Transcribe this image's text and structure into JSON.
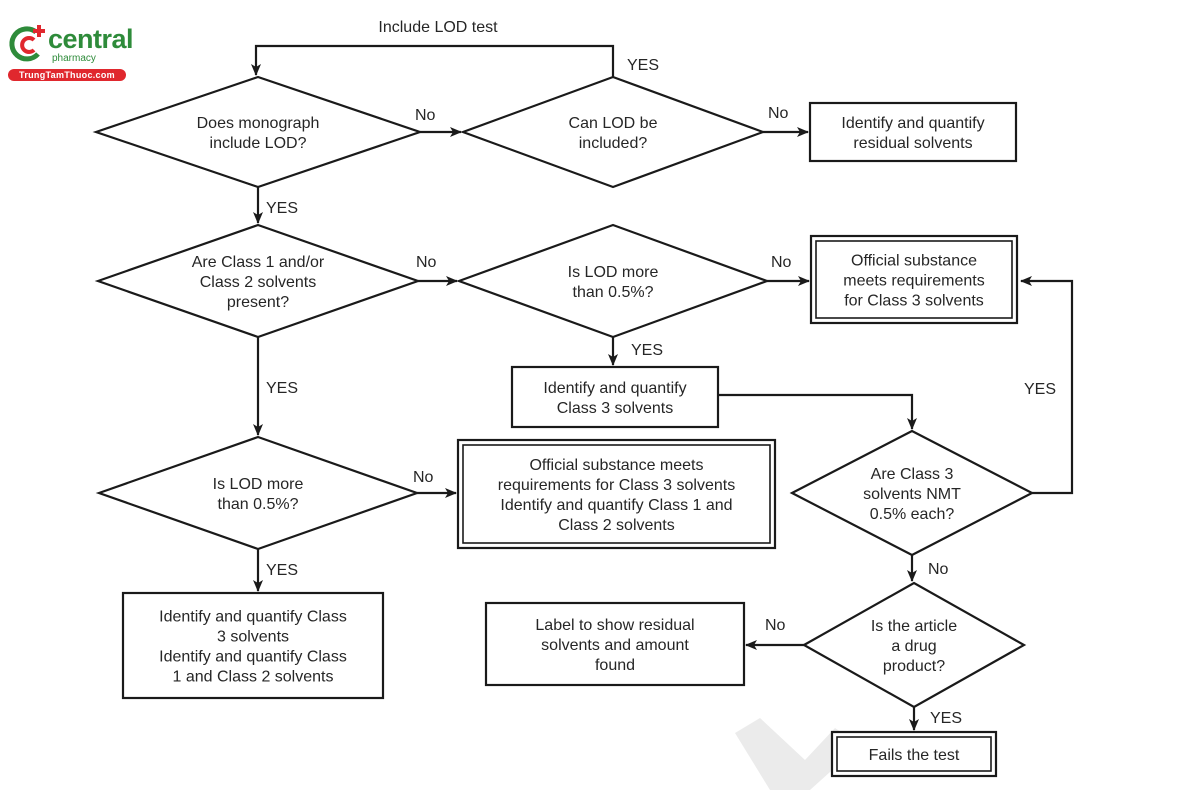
{
  "brand": {
    "name": "central",
    "subtitle": "pharmacy",
    "website": "TrungTamThuoc.com",
    "colors": {
      "green": "#2e8b3a",
      "red": "#e0282e"
    }
  },
  "diagram": {
    "loop_label": "Include LOD test",
    "nodes": {
      "q_monograph_lod": {
        "type": "decision",
        "lines": [
          "Does monograph",
          "include LOD?"
        ]
      },
      "q_can_lod": {
        "type": "decision",
        "lines": [
          "Can LOD be",
          "included?"
        ]
      },
      "p_identify_residual": {
        "type": "process",
        "lines": [
          "Identify and quantify",
          "residual solvents"
        ]
      },
      "q_class12_present": {
        "type": "decision",
        "lines": [
          "Are Class 1 and/or",
          "Class 2 solvents",
          "present?"
        ]
      },
      "q_lod_more_top": {
        "type": "decision",
        "lines": [
          "Is LOD more",
          "than 0.5%?"
        ]
      },
      "t_meets_class3": {
        "type": "terminal",
        "lines": [
          "Official substance",
          "meets requirements",
          "for Class 3 solvents"
        ]
      },
      "p_identify_class3": {
        "type": "process",
        "lines": [
          "Identify and quantify",
          "Class 3 solvents"
        ]
      },
      "q_lod_more_left": {
        "type": "decision",
        "lines": [
          "Is LOD more",
          "than 0.5%?"
        ]
      },
      "t_meets_class3_identify12": {
        "type": "terminal",
        "lines": [
          "Official substance meets",
          "requirements for Class 3 solvents",
          "Identify and quantify Class 1 and",
          "Class 2 solvents"
        ]
      },
      "q_class3_nmt": {
        "type": "decision",
        "lines": [
          "Are Class 3",
          "solvents NMT",
          "0.5% each?"
        ]
      },
      "p_identify_all": {
        "type": "process",
        "lines": [
          "Identify and quantify Class",
          "3 solvents",
          "Identify and quantify Class",
          "1 and Class 2 solvents"
        ]
      },
      "p_label_residual": {
        "type": "process",
        "lines": [
          "Label to show residual",
          "solvents and amount",
          "found"
        ]
      },
      "q_drug_product": {
        "type": "decision",
        "lines": [
          "Is the article",
          "a drug",
          "product?"
        ]
      },
      "t_fails": {
        "type": "terminal",
        "lines": [
          "Fails the test"
        ]
      }
    },
    "edges": [
      {
        "from": "q_monograph_lod",
        "to": "q_can_lod",
        "label": "No"
      },
      {
        "from": "q_can_lod",
        "to": "p_identify_residual",
        "label": "No"
      },
      {
        "from": "q_can_lod",
        "to": "q_monograph_lod",
        "label": "YES"
      },
      {
        "from": "q_monograph_lod",
        "to": "q_class12_present",
        "label": "YES"
      },
      {
        "from": "q_class12_present",
        "to": "q_lod_more_top",
        "label": "No"
      },
      {
        "from": "q_lod_more_top",
        "to": "t_meets_class3",
        "label": "No"
      },
      {
        "from": "q_lod_more_top",
        "to": "p_identify_class3",
        "label": "YES"
      },
      {
        "from": "p_identify_class3",
        "to": "q_class3_nmt",
        "label": ""
      },
      {
        "from": "q_class3_nmt",
        "to": "t_meets_class3",
        "label": "YES"
      },
      {
        "from": "q_class12_present",
        "to": "q_lod_more_left",
        "label": "YES"
      },
      {
        "from": "q_lod_more_left",
        "to": "t_meets_class3_identify12",
        "label": "No"
      },
      {
        "from": "q_lod_more_left",
        "to": "p_identify_all",
        "label": "YES"
      },
      {
        "from": "q_class3_nmt",
        "to": "q_drug_product",
        "label": "No"
      },
      {
        "from": "q_drug_product",
        "to": "p_label_residual",
        "label": "No"
      },
      {
        "from": "q_drug_product",
        "to": "t_fails",
        "label": "YES"
      }
    ]
  }
}
